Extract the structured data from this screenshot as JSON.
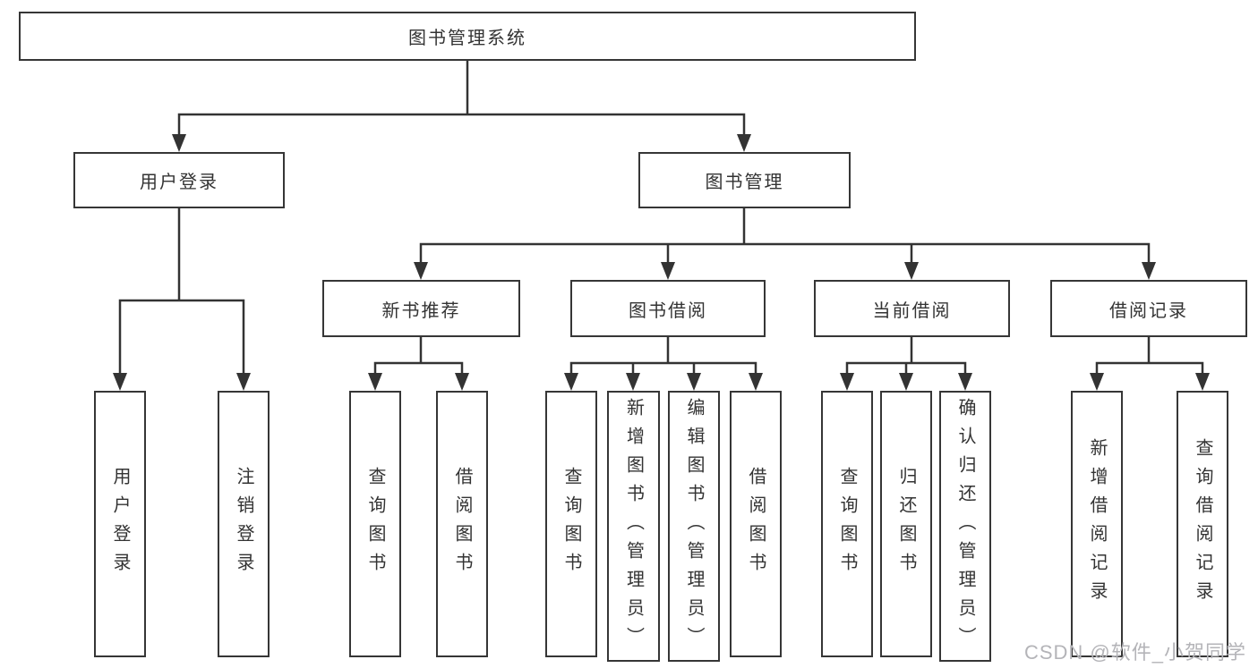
{
  "diagram": {
    "root": {
      "label": "图书管理系统"
    },
    "branches": [
      {
        "label": "用户登录",
        "children": [
          {
            "label": "用户登录"
          },
          {
            "label": "注销登录"
          }
        ]
      },
      {
        "label": "图书管理",
        "children": [
          {
            "label": "新书推荐",
            "children": [
              {
                "label": "查询图书"
              },
              {
                "label": "借阅图书"
              }
            ]
          },
          {
            "label": "图书借阅",
            "children": [
              {
                "label": "查询图书"
              },
              {
                "label": "新增图书（管理员）"
              },
              {
                "label": "编辑图书（管理员）"
              },
              {
                "label": "借阅图书"
              }
            ]
          },
          {
            "label": "当前借阅",
            "children": [
              {
                "label": "查询图书"
              },
              {
                "label": "归还图书"
              },
              {
                "label": "确认归还（管理员）"
              }
            ]
          },
          {
            "label": "借阅记录",
            "children": [
              {
                "label": "新增借阅记录"
              },
              {
                "label": "查询借阅记录"
              }
            ]
          }
        ]
      }
    ]
  },
  "watermark": {
    "text": "CSDN @软件_小贺同学"
  },
  "colors": {
    "line": "#333333",
    "box_border": "#363636",
    "text": "#333333",
    "watermark": "#b4b4b8",
    "background": "#ffffff"
  }
}
